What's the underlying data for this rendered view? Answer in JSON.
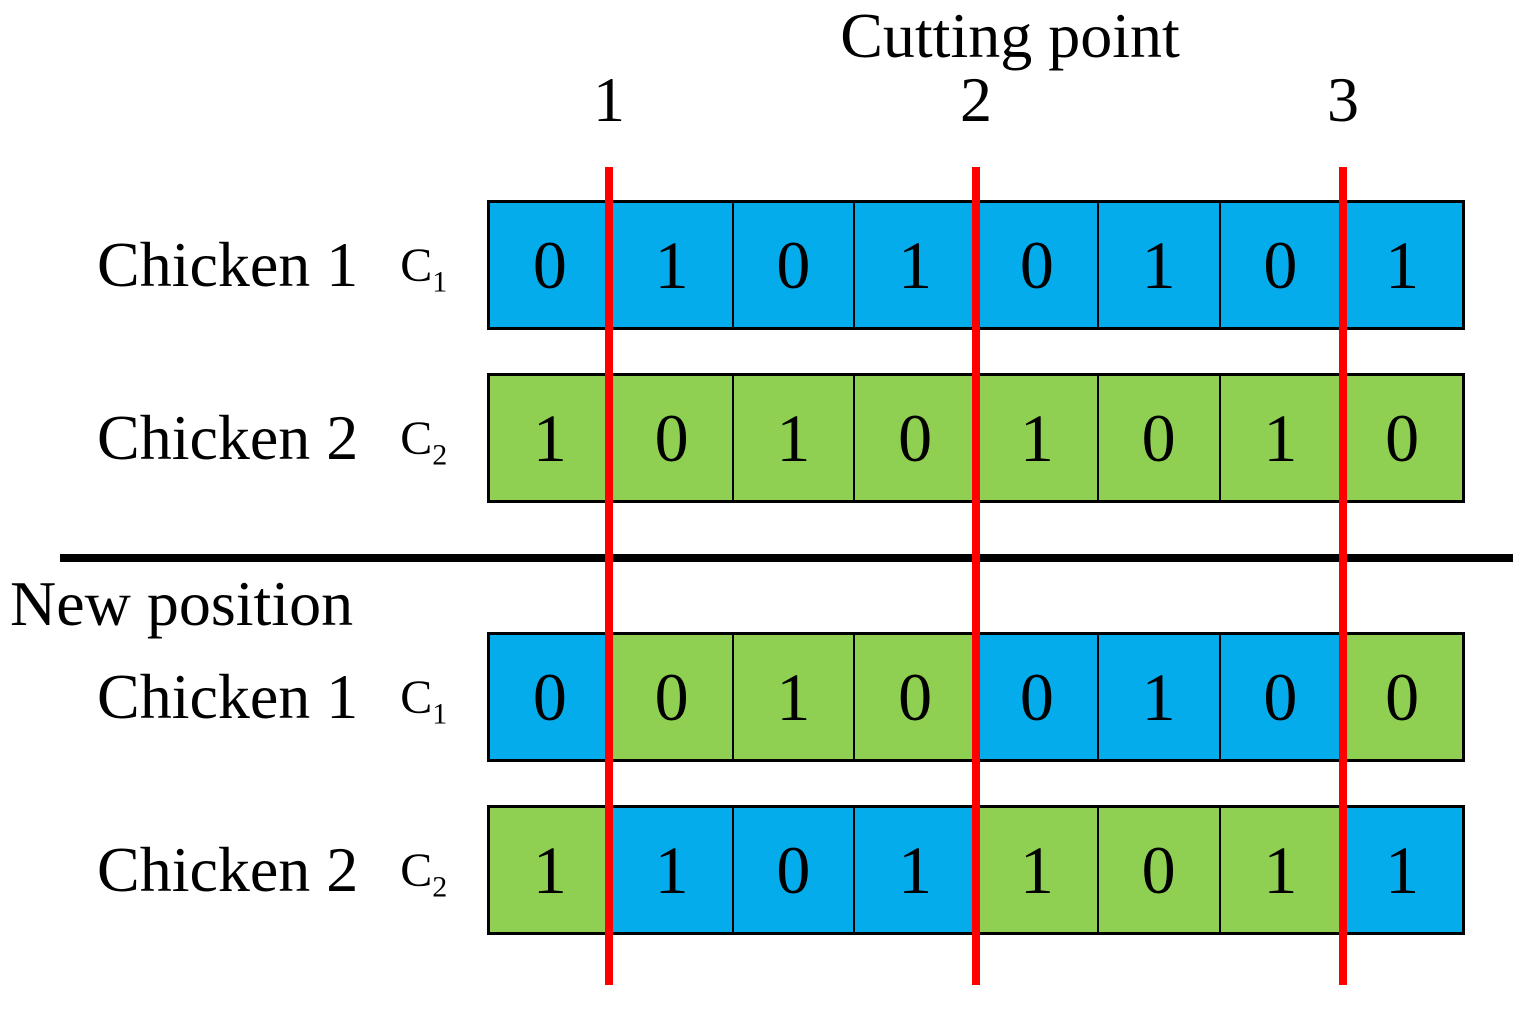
{
  "title": "Cutting point",
  "cutting_points": [
    {
      "label": "1"
    },
    {
      "label": "2"
    },
    {
      "label": "3"
    }
  ],
  "section_divider_label": "New position",
  "palette": {
    "blue": "#05ACEC",
    "green": "#8FD052",
    "cut_line_red": "#FF0000",
    "border_black": "#000000"
  },
  "rows": [
    {
      "label": "Chicken 1",
      "symbol": "C",
      "symbol_sub": "1",
      "cells": [
        {
          "value": "0",
          "color": "blue"
        },
        {
          "value": "1",
          "color": "blue"
        },
        {
          "value": "0",
          "color": "blue"
        },
        {
          "value": "1",
          "color": "blue"
        },
        {
          "value": "0",
          "color": "blue"
        },
        {
          "value": "1",
          "color": "blue"
        },
        {
          "value": "0",
          "color": "blue"
        },
        {
          "value": "1",
          "color": "blue"
        }
      ]
    },
    {
      "label": "Chicken 2",
      "symbol": "C",
      "symbol_sub": "2",
      "cells": [
        {
          "value": "1",
          "color": "green"
        },
        {
          "value": "0",
          "color": "green"
        },
        {
          "value": "1",
          "color": "green"
        },
        {
          "value": "0",
          "color": "green"
        },
        {
          "value": "1",
          "color": "green"
        },
        {
          "value": "0",
          "color": "green"
        },
        {
          "value": "1",
          "color": "green"
        },
        {
          "value": "0",
          "color": "green"
        }
      ]
    },
    {
      "label": "Chicken 1",
      "symbol": "C",
      "symbol_sub": "1",
      "cells": [
        {
          "value": "0",
          "color": "blue"
        },
        {
          "value": "0",
          "color": "green"
        },
        {
          "value": "1",
          "color": "green"
        },
        {
          "value": "0",
          "color": "green"
        },
        {
          "value": "0",
          "color": "blue"
        },
        {
          "value": "1",
          "color": "blue"
        },
        {
          "value": "0",
          "color": "blue"
        },
        {
          "value": "0",
          "color": "green"
        }
      ]
    },
    {
      "label": "Chicken 2",
      "symbol": "C",
      "symbol_sub": "2",
      "cells": [
        {
          "value": "1",
          "color": "green"
        },
        {
          "value": "1",
          "color": "blue"
        },
        {
          "value": "0",
          "color": "blue"
        },
        {
          "value": "1",
          "color": "blue"
        },
        {
          "value": "1",
          "color": "green"
        },
        {
          "value": "0",
          "color": "green"
        },
        {
          "value": "1",
          "color": "green"
        },
        {
          "value": "1",
          "color": "blue"
        }
      ]
    }
  ]
}
